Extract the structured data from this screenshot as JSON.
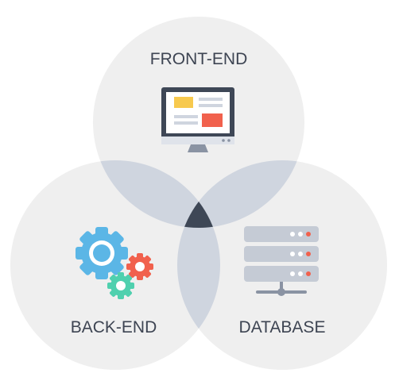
{
  "labels": {
    "top": "FRONT-END",
    "left": "BACK-END",
    "right": "DATABASE"
  },
  "icons": {
    "top": "monitor-icon",
    "left": "gears-icon",
    "right": "server-icon"
  },
  "colors": {
    "circle_fill": "#efefef",
    "overlap_fill": "#cfd5df",
    "center_fill": "#3e4756",
    "text": "#3d4452",
    "gear_blue": "#5bb6e6",
    "gear_red": "#f1614d",
    "gear_green": "#4fd0ae",
    "screen_yellow": "#f7c94e",
    "screen_red": "#f1614d"
  }
}
